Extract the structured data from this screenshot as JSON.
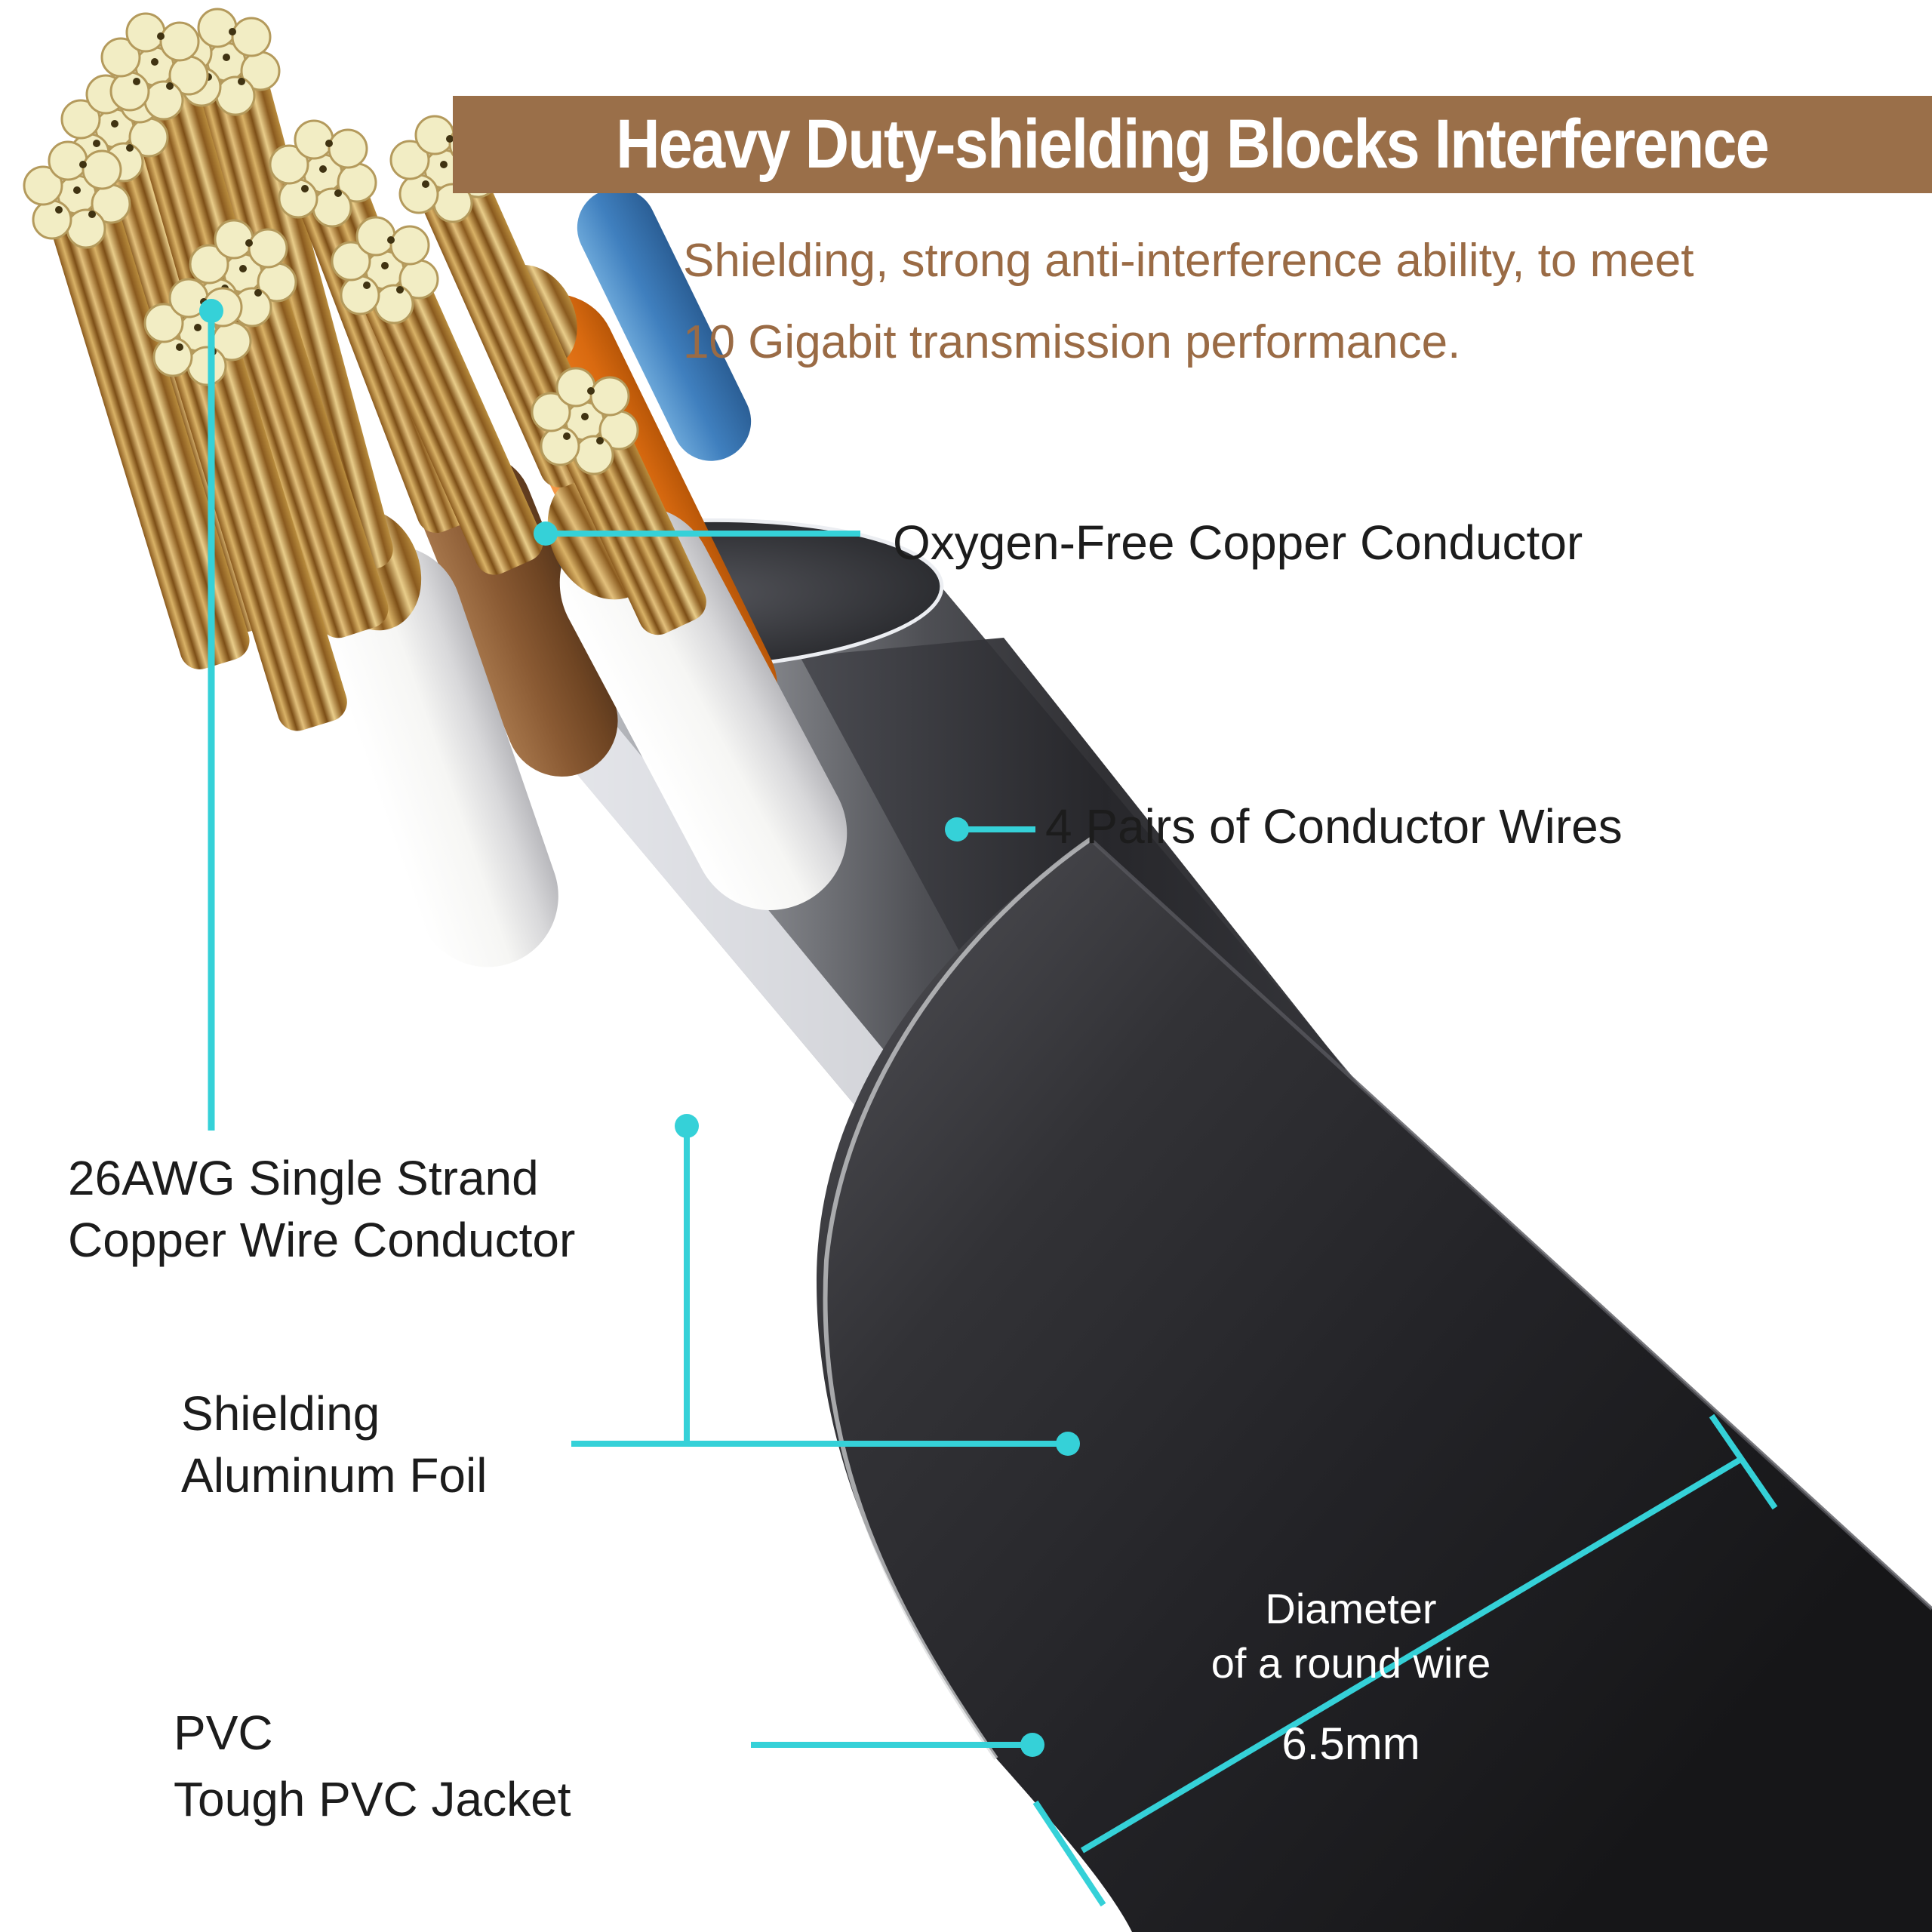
{
  "banner": {
    "title": "Heavy Duty-shielding Blocks Interference",
    "bg_color": "#9a6f49",
    "text_color": "#ffffff"
  },
  "intro": {
    "line1": "Shielding, strong anti-interference ability, to meet",
    "line2": "10 Gigabit transmission performance.",
    "text_color": "#9a6b45"
  },
  "callouts": {
    "conductor": {
      "label": "Oxygen-Free Copper Conductor"
    },
    "pairs": {
      "label": "4 Pairs of Conductor Wires"
    },
    "awg": {
      "line1": "26AWG Single Strand",
      "line2": "Copper Wire Conductor"
    },
    "shielding": {
      "line1": "Shielding",
      "line2": "Aluminum Foil"
    },
    "jacket": {
      "line1": "PVC",
      "line2": "Tough PVC Jacket"
    },
    "diameter": {
      "line1": "Diameter",
      "line2": "of a round wire",
      "value": "6.5mm"
    }
  },
  "style": {
    "accent_color": "#35d1d8",
    "label_color": "#1c1c1c",
    "copper_color": "#c49a4e",
    "foil_color": "#8f9095",
    "jacket_color": "#232327"
  }
}
